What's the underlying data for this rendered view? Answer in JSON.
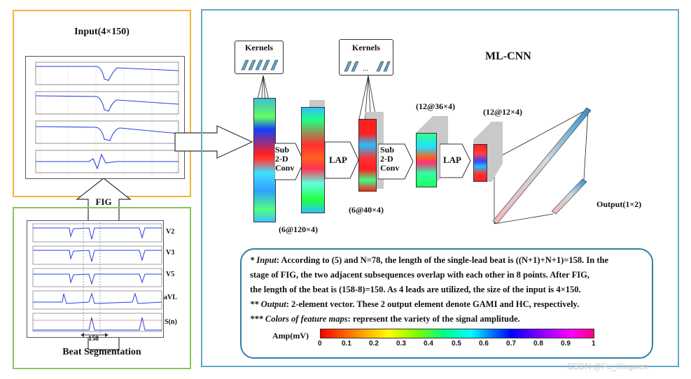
{
  "input_panel": {
    "title": "Input(4×150)"
  },
  "fig_label": "FIG",
  "beat_panel": {
    "title": "Beat Segmentation",
    "leads": [
      "V2",
      "V3",
      "V5",
      "aVL",
      "S(n)"
    ],
    "span_label": "158"
  },
  "cnn_panel": {
    "title": "ML-CNN",
    "kernels_label": "Kernels",
    "kernels_label_2": "Kernels",
    "sub_conv_label": "Sub\n2-D\nConv",
    "lap_label": "LAP",
    "map1_label": "(6@120×4)",
    "map2_label": "(6@40×4)",
    "map3_label": "(12@36×4)",
    "map4_label": "(12@12×4)",
    "output_label": "Output(1×2)"
  },
  "notes": {
    "input_prefix": "* Input",
    "input_line1": ":   According to (5) and N=78, the length of the single-lead beat is ((N+1)+N+1)=158. In the",
    "input_line2": "stage of     FIG,    the two adjacent subsequences overlap with each other in 8 points. After FIG,",
    "input_line3": "the length of the beat is (158-8)=150. As 4 leads are utilized, the size of the input is 4×150.",
    "output_prefix": "** Output",
    "output_text": ": 2-element vector. These 2 output element denote GAMI and HC, respectively.",
    "colors_prefix": "*** Colors of feature maps",
    "colors_text": ": represent the variety of the signal amplitude."
  },
  "colorbar": {
    "label": "Amp(mV)",
    "ticks": [
      "0",
      "0.1",
      "0.2",
      "0.3",
      "0.4",
      "0.5",
      "0.6",
      "0.7",
      "0.8",
      "0.9",
      "1"
    ]
  },
  "watermark": "CSDN @Fu_Xingwen",
  "colors": {
    "input_border": "#f2b53a",
    "beat_border": "#8cc35a",
    "cnn_border": "#5fa8c8",
    "note_border": "#2f7fa6"
  }
}
